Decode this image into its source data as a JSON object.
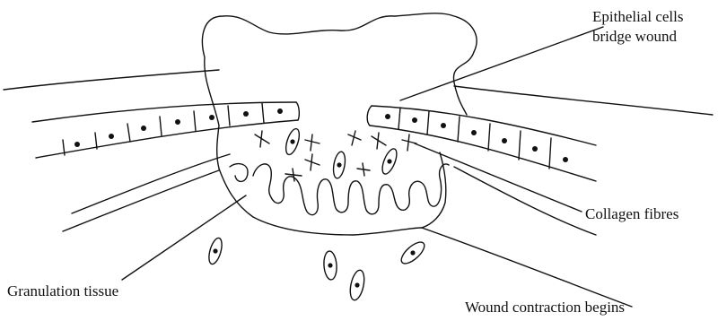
{
  "labels": {
    "epithelial_line1": "Epithelial cells",
    "epithelial_line2": "bridge wound",
    "collagen": "Collagen fibres",
    "granulation": "Granulation tissue",
    "contraction": "Wound contraction begins"
  },
  "colors": {
    "ink": "#111111",
    "background": "#ffffff"
  }
}
